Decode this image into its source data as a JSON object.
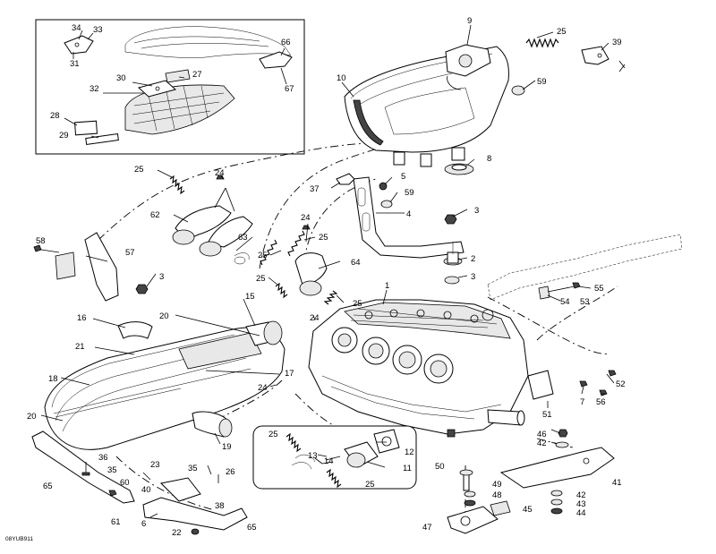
{
  "diagram_code": "08YUB911",
  "callouts": [
    {
      "id": "c34",
      "text": "34"
    },
    {
      "id": "c33",
      "text": "33"
    },
    {
      "id": "c31",
      "text": "31"
    },
    {
      "id": "c66",
      "text": "66"
    },
    {
      "id": "c67",
      "text": "67"
    },
    {
      "id": "c30",
      "text": "30"
    },
    {
      "id": "c27",
      "text": "27"
    },
    {
      "id": "c32",
      "text": "32"
    },
    {
      "id": "c28",
      "text": "28"
    },
    {
      "id": "c29",
      "text": "29"
    },
    {
      "id": "c9",
      "text": "9"
    },
    {
      "id": "c25a",
      "text": "25"
    },
    {
      "id": "c39",
      "text": "39"
    },
    {
      "id": "c10",
      "text": "10"
    },
    {
      "id": "c59a",
      "text": "59"
    },
    {
      "id": "c8",
      "text": "8"
    },
    {
      "id": "c25b",
      "text": "25"
    },
    {
      "id": "c24a",
      "text": "24"
    },
    {
      "id": "c5",
      "text": "5"
    },
    {
      "id": "c37",
      "text": "37"
    },
    {
      "id": "c59b",
      "text": "59"
    },
    {
      "id": "c4",
      "text": "4"
    },
    {
      "id": "c62",
      "text": "62"
    },
    {
      "id": "c24b",
      "text": "24"
    },
    {
      "id": "c3a",
      "text": "3"
    },
    {
      "id": "c63",
      "text": "63"
    },
    {
      "id": "c25c",
      "text": "25"
    },
    {
      "id": "c58",
      "text": "58"
    },
    {
      "id": "c57",
      "text": "57"
    },
    {
      "id": "c25d",
      "text": "25"
    },
    {
      "id": "c2",
      "text": "2"
    },
    {
      "id": "c64",
      "text": "64"
    },
    {
      "id": "c3b",
      "text": "3"
    },
    {
      "id": "c3c",
      "text": "3"
    },
    {
      "id": "c25e",
      "text": "25"
    },
    {
      "id": "c55",
      "text": "55"
    },
    {
      "id": "c1",
      "text": "1"
    },
    {
      "id": "c54",
      "text": "54"
    },
    {
      "id": "c53",
      "text": "53"
    },
    {
      "id": "c25f",
      "text": "25"
    },
    {
      "id": "c15",
      "text": "15"
    },
    {
      "id": "c16",
      "text": "16"
    },
    {
      "id": "c20a",
      "text": "20"
    },
    {
      "id": "c24c",
      "text": "24"
    },
    {
      "id": "c21",
      "text": "21"
    },
    {
      "id": "c17",
      "text": "17"
    },
    {
      "id": "c18",
      "text": "18"
    },
    {
      "id": "c24d",
      "text": "24"
    },
    {
      "id": "c52",
      "text": "52"
    },
    {
      "id": "c7",
      "text": "7"
    },
    {
      "id": "c56",
      "text": "56"
    },
    {
      "id": "c20b",
      "text": "20"
    },
    {
      "id": "c51",
      "text": "51"
    },
    {
      "id": "c25g",
      "text": "25"
    },
    {
      "id": "c46",
      "text": "46"
    },
    {
      "id": "c42a",
      "text": "42"
    },
    {
      "id": "c12",
      "text": "12"
    },
    {
      "id": "c19",
      "text": "19"
    },
    {
      "id": "c13",
      "text": "13"
    },
    {
      "id": "c14",
      "text": "14"
    },
    {
      "id": "c11",
      "text": "11"
    },
    {
      "id": "c36",
      "text": "36"
    },
    {
      "id": "c23",
      "text": "23"
    },
    {
      "id": "c35a",
      "text": "35"
    },
    {
      "id": "c35b",
      "text": "35"
    },
    {
      "id": "c26",
      "text": "26"
    },
    {
      "id": "c25h",
      "text": "25"
    },
    {
      "id": "c50",
      "text": "50"
    },
    {
      "id": "c49",
      "text": "49"
    },
    {
      "id": "c41",
      "text": "41"
    },
    {
      "id": "c65a",
      "text": "65"
    },
    {
      "id": "c60",
      "text": "60"
    },
    {
      "id": "c40",
      "text": "40"
    },
    {
      "id": "c48",
      "text": "48"
    },
    {
      "id": "c42b",
      "text": "42"
    },
    {
      "id": "c38",
      "text": "38"
    },
    {
      "id": "c43",
      "text": "43"
    },
    {
      "id": "c45",
      "text": "45"
    },
    {
      "id": "c44",
      "text": "44"
    },
    {
      "id": "c61",
      "text": "61"
    },
    {
      "id": "c6",
      "text": "6"
    },
    {
      "id": "c65b",
      "text": "65"
    },
    {
      "id": "c47",
      "text": "47"
    },
    {
      "id": "c22",
      "text": "22"
    }
  ]
}
